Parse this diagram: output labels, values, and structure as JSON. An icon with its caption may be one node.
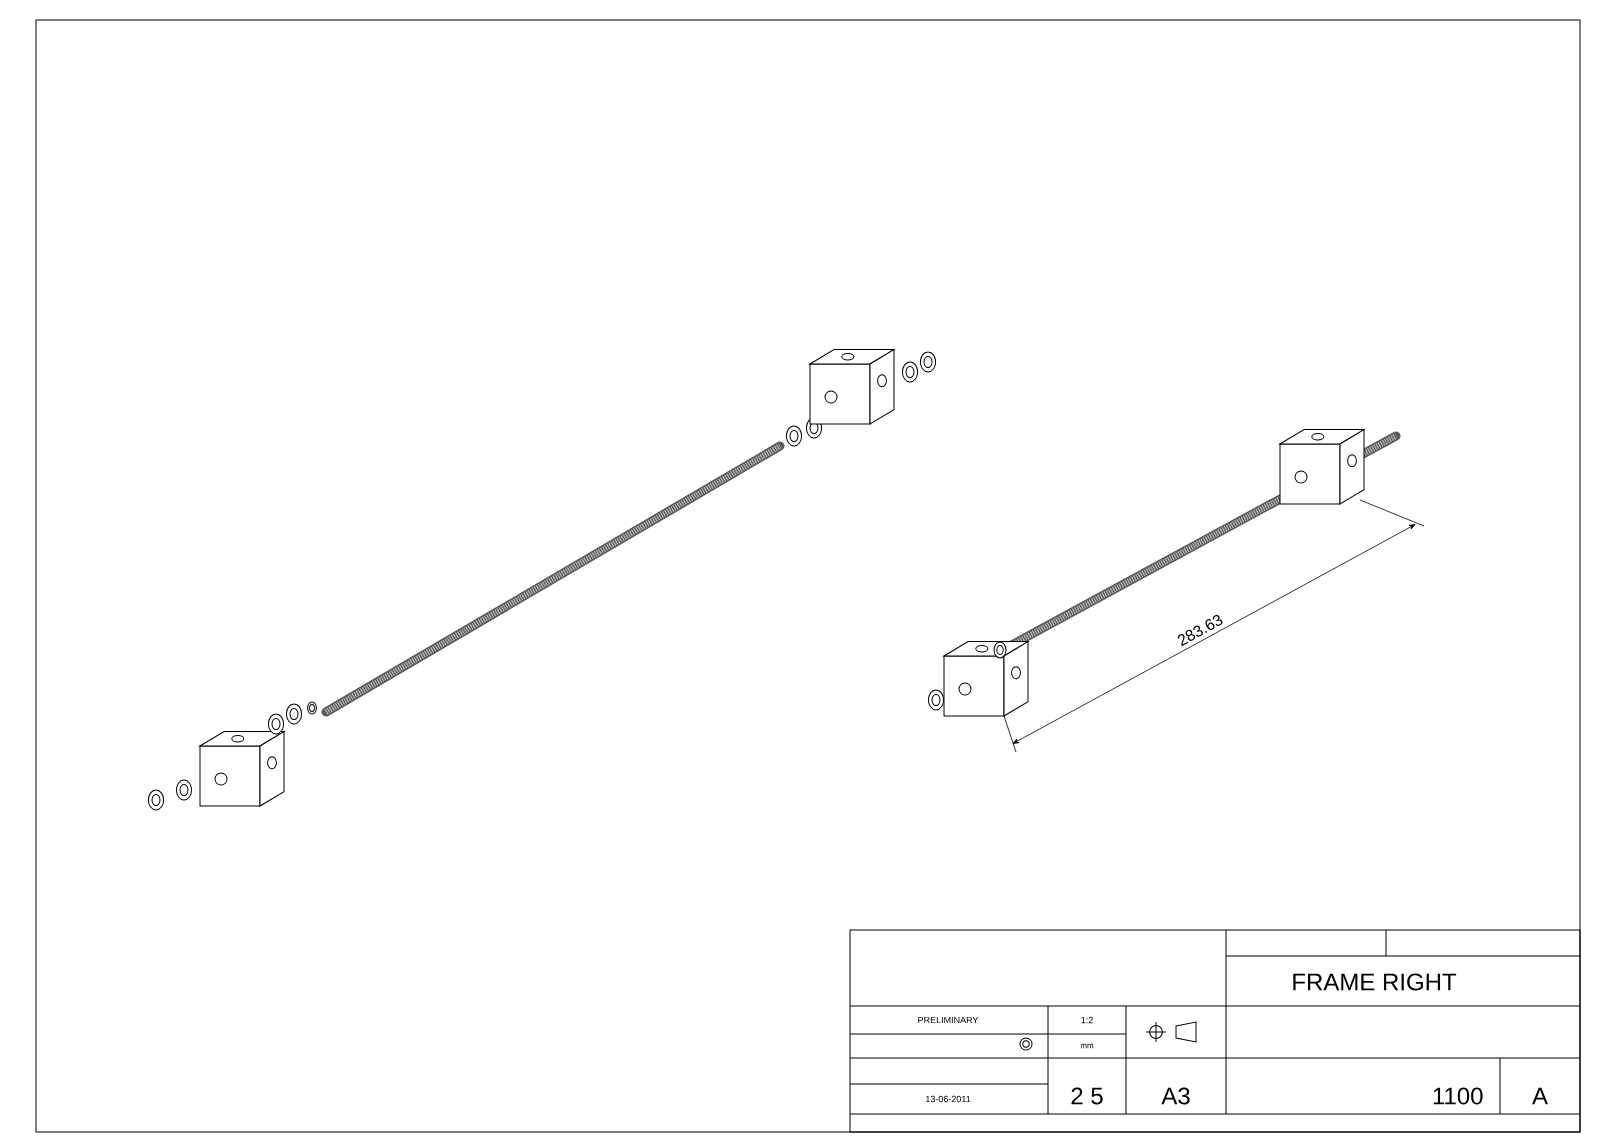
{
  "diagram": {
    "labels": [
      "283.63",
      "FRAME RIGHT",
      "PRELIMINARY",
      "1:2",
      "mm",
      "13-06-2011",
      "2 5",
      "A3",
      "1100",
      "A"
    ]
  }
}
